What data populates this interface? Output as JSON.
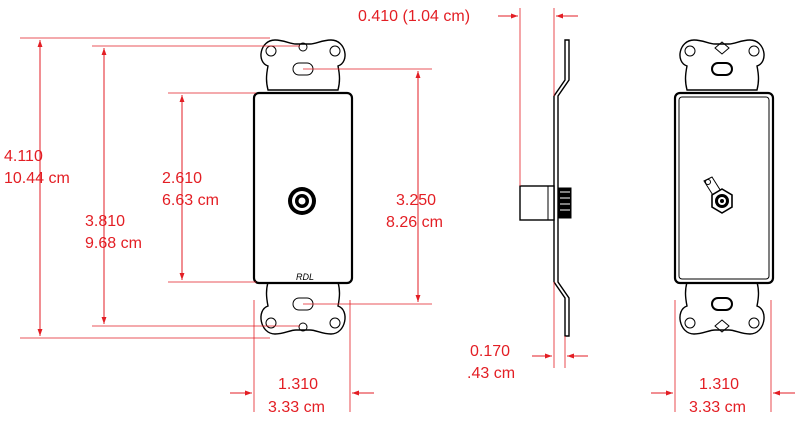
{
  "colors": {
    "dimension": "#e31e24",
    "outline": "#000000",
    "background": "#ffffff"
  },
  "icons": {
    "connector": "rca-jack-icon",
    "mounting_hole": "mounting-hole-icon"
  },
  "front_view": {
    "logo": "RDL",
    "overall_height": {
      "inch": "4.110",
      "cm": "10.44 cm"
    },
    "hole_spacing": {
      "inch": "3.810",
      "cm": "9.68 cm"
    },
    "panel_height": {
      "inch": "2.610",
      "cm": "6.63 cm"
    },
    "slot_spacing": {
      "inch": "3.250",
      "cm": "8.26 cm"
    },
    "width": {
      "inch": "1.310",
      "cm": "3.33 cm"
    }
  },
  "side_view": {
    "depth": "0.410 (1.04 cm)",
    "plate_thickness": {
      "inch": "0.170",
      "cm": ".43 cm"
    }
  },
  "rear_view": {
    "width": {
      "inch": "1.310",
      "cm": "3.33 cm"
    }
  }
}
